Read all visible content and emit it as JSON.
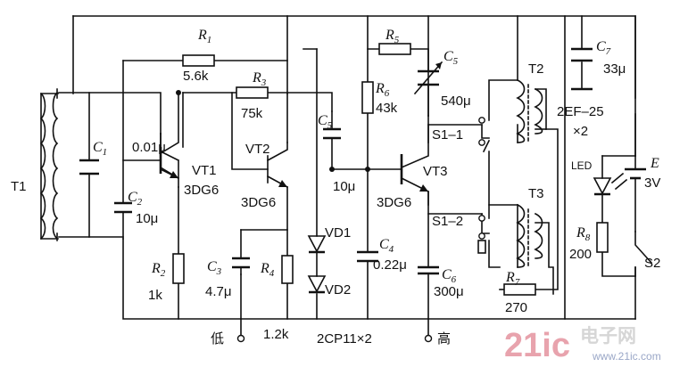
{
  "components": {
    "t1": "T1",
    "c1": "C",
    "c1_sub": "1",
    "c2": "C",
    "c2_sub": "2",
    "c2_val": "10μ",
    "c1_val": "0.01μ",
    "r1": "R",
    "r1_sub": "1",
    "r1_val": "5.6k",
    "r2": "R",
    "r2_sub": "2",
    "r2_val": "1k",
    "r3": "R",
    "r3_sub": "3",
    "r3_val": "75k",
    "vt1": "VT1",
    "vt1_type": "3DG6",
    "vt2": "VT2",
    "vt2_type": "3DG6",
    "c3": "C",
    "c3_sub": "3",
    "c3_val": "4.7μ",
    "r4": "R",
    "r4_sub": "4",
    "r4_val": "1.2k",
    "c5_in": "C",
    "c5_in_sub": "5",
    "c5_in_val": "10μ",
    "vd1": "VD1",
    "vd2": "VD2",
    "vd_type": "2CP11×2",
    "r5": "R",
    "r5_sub": "5",
    "r6": "R",
    "r6_sub": "6",
    "r6_val": "43k",
    "c4": "C",
    "c4_sub": "4",
    "c4_val": "0.22μ",
    "vt3": "VT3",
    "vt3_type": "3DG6",
    "c5_var": "C",
    "c5_var_sub": "5",
    "c5_var_val": "540μ",
    "c6": "C",
    "c6_sub": "6",
    "c6_val": "300μ",
    "s1_1": "S1–1",
    "s1_2": "S1–2",
    "t2": "T2",
    "t3": "T3",
    "t_type": "2EF–25",
    "t_count": "×2",
    "r7": "R",
    "r7_sub": "7",
    "r7_val": "270",
    "c7": "C",
    "c7_sub": "7",
    "c7_val": "33μ",
    "led": "LED",
    "e": "E",
    "e_val": "3V",
    "r8": "R",
    "r8_sub": "8",
    "r8_val": "200",
    "s2": "S2",
    "low": "低",
    "high": "高"
  },
  "watermark": {
    "brand": "21ic",
    "brand_cn": "电子网",
    "url": "www.21ic.com"
  },
  "colors": {
    "ink": "#111111",
    "watermark_pink": "#e8a3ad"
  }
}
